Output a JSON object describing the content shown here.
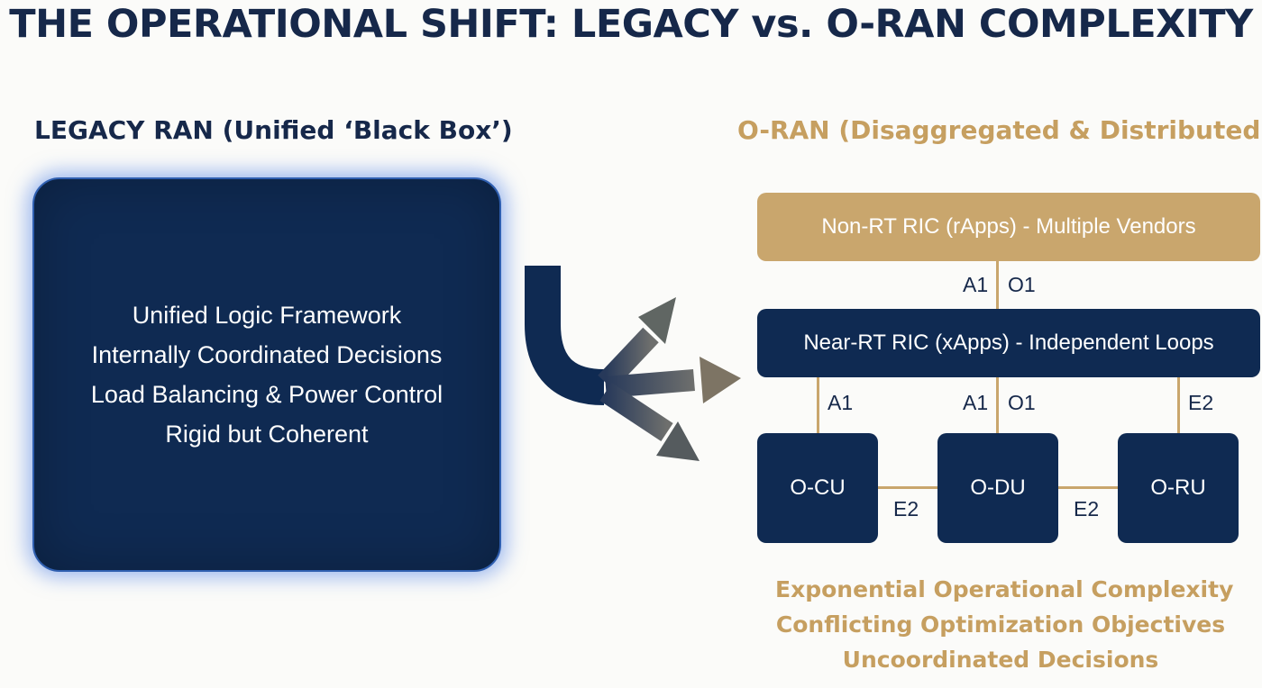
{
  "title": "THE OPERATIONAL SHIFT: LEGACY vs. O-RAN COMPLEXITY",
  "legacy": {
    "heading": "LEGACY RAN (Unified ‘Black Box’)",
    "lines": [
      "Unified Logic Framework",
      "Internally Coordinated Decisions",
      "Load Balancing & Power Control",
      "Rigid but Coherent"
    ]
  },
  "oran": {
    "heading": "O-RAN (Disaggregated & Distributed)",
    "non_rt_ric": "Non-RT RIC (rApps) - Multiple Vendors",
    "near_rt_ric": "Near-RT RIC (xApps) - Independent Loops",
    "units": {
      "o_cu": "O-CU",
      "o_du": "O-DU",
      "o_ru": "O-RU"
    },
    "interfaces": {
      "top_a1": "A1",
      "top_o1": "O1",
      "cu_a1": "A1",
      "du_a1": "A1",
      "du_o1": "O1",
      "ru_e2": "E2",
      "cu_du_e2": "E2",
      "du_ru_e2": "E2"
    },
    "footer": [
      "Exponential Operational Complexity",
      "Conflicting Optimization Objectives",
      "Uncoordinated Decisions"
    ]
  },
  "colors": {
    "navy": "#0f2a52",
    "gold": "#c9a66d",
    "title_text": "#16284a",
    "glow": "#4f82e6"
  },
  "icons": {
    "shift_arrow": "diverging-arrow-icon"
  }
}
